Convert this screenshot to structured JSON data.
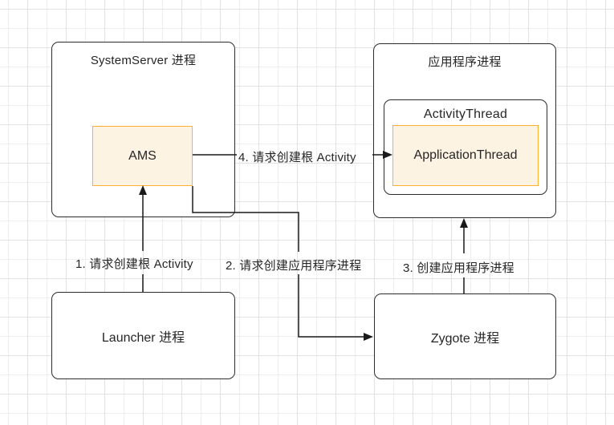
{
  "nodes": {
    "systemserver": {
      "title": "SystemServer 进程"
    },
    "ams": {
      "label": "AMS"
    },
    "app_process": {
      "title": "应用程序进程"
    },
    "activity_thread": {
      "title": "ActivityThread"
    },
    "application_thread": {
      "label": "ApplicationThread"
    },
    "launcher": {
      "label": "Launcher 进程"
    },
    "zygote": {
      "label": "Zygote 进程"
    }
  },
  "edges": [
    {
      "label": "1. 请求创建根 Activity",
      "from": "Launcher 进程",
      "to": "AMS"
    },
    {
      "label": "2. 请求创建应用程序进程",
      "from": "AMS",
      "to": "Zygote 进程"
    },
    {
      "label": "3. 创建应用程序进程",
      "from": "Zygote 进程",
      "to": "应用程序进程"
    },
    {
      "label": "4. 请求创建根 Activity",
      "from": "AMS",
      "to": "ApplicationThread"
    }
  ],
  "colors": {
    "node_border": "#2d2d2d",
    "highlight_border": "#ffb032",
    "highlight_fill": "#fdf3e3",
    "text": "#262626",
    "arrow": "#1a1a1a",
    "grid_minor": "#efefef",
    "grid_major": "#e2e2e2",
    "canvas_bg": "#ffffff",
    "node_bg": "#ffffff"
  }
}
